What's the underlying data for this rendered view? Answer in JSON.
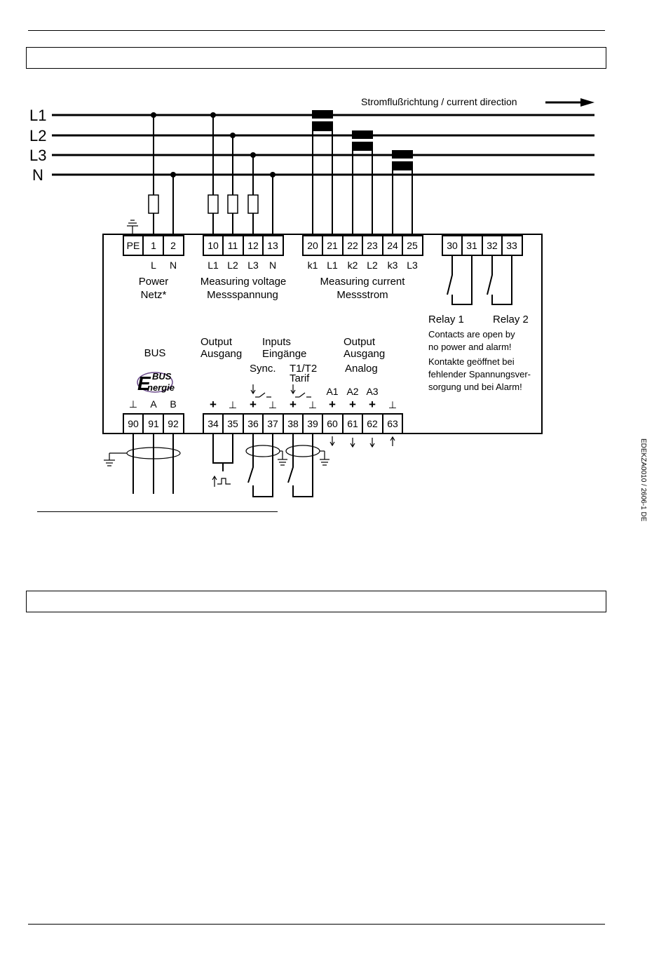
{
  "header": {
    "doc_code": "EDEKZA0010 / 2606-1 DE"
  },
  "sections": [
    {
      "title": ""
    },
    {
      "title": ""
    }
  ],
  "diagram": {
    "direction_label": "Stromflußrichtung / current  direction",
    "lines": [
      "L1",
      "L2",
      "L3",
      "N"
    ],
    "terminals": {
      "power": [
        "PE",
        "1",
        "2"
      ],
      "voltage": [
        "10",
        "11",
        "12",
        "13"
      ],
      "current": [
        "20",
        "21",
        "22",
        "23",
        "24",
        "25"
      ],
      "relays": [
        "30",
        "31",
        "32",
        "33"
      ],
      "bus": [
        "90",
        "91",
        "92"
      ],
      "io": [
        "34",
        "35",
        "36",
        "37",
        "38",
        "39",
        "60",
        "61",
        "62",
        "63"
      ]
    },
    "sub_labels": {
      "power": [
        "L",
        "N"
      ],
      "voltage": [
        "L1",
        "L2",
        "L3",
        "N"
      ],
      "current": [
        "k1",
        "L1",
        "k2",
        "L2",
        "k3",
        "L3"
      ],
      "bus": [
        "⊥",
        "A",
        "B"
      ],
      "io_polarity": [
        "+",
        "⊥",
        "+",
        "⊥",
        "+",
        "⊥",
        "+",
        "+",
        "+",
        "⊥"
      ],
      "analog": [
        "A1",
        "A2",
        "A3"
      ]
    },
    "groups": {
      "power_en": "Power",
      "power_de": "Netz*",
      "voltage_en": "Measuring voltage",
      "voltage_de": "Messspannung",
      "current_en": "Measuring current",
      "current_de": "Messstrom",
      "relay1": "Relay 1",
      "relay2": "Relay 2",
      "relay_note_en_1": "Contacts are open by",
      "relay_note_en_2": "no power and alarm!",
      "relay_note_de_1": "Kontakte geöffnet bei",
      "relay_note_de_2": "fehlender Spannungsver-",
      "relay_note_de_3": "sorgung und bei Alarm!",
      "bus": "BUS",
      "output1_en": "Output",
      "output1_de": "Ausgang",
      "inputs_en": "Inputs",
      "inputs_de": "Eingänge",
      "sync": "Sync.",
      "tarif_1": "T1/T2",
      "tarif_2": "Tarif",
      "output2_en": "Output",
      "output2_de": "Ausgang",
      "analog": "Analog"
    },
    "logo": {
      "line1": "BUS",
      "line2": "nergie",
      "letter": "E"
    }
  }
}
